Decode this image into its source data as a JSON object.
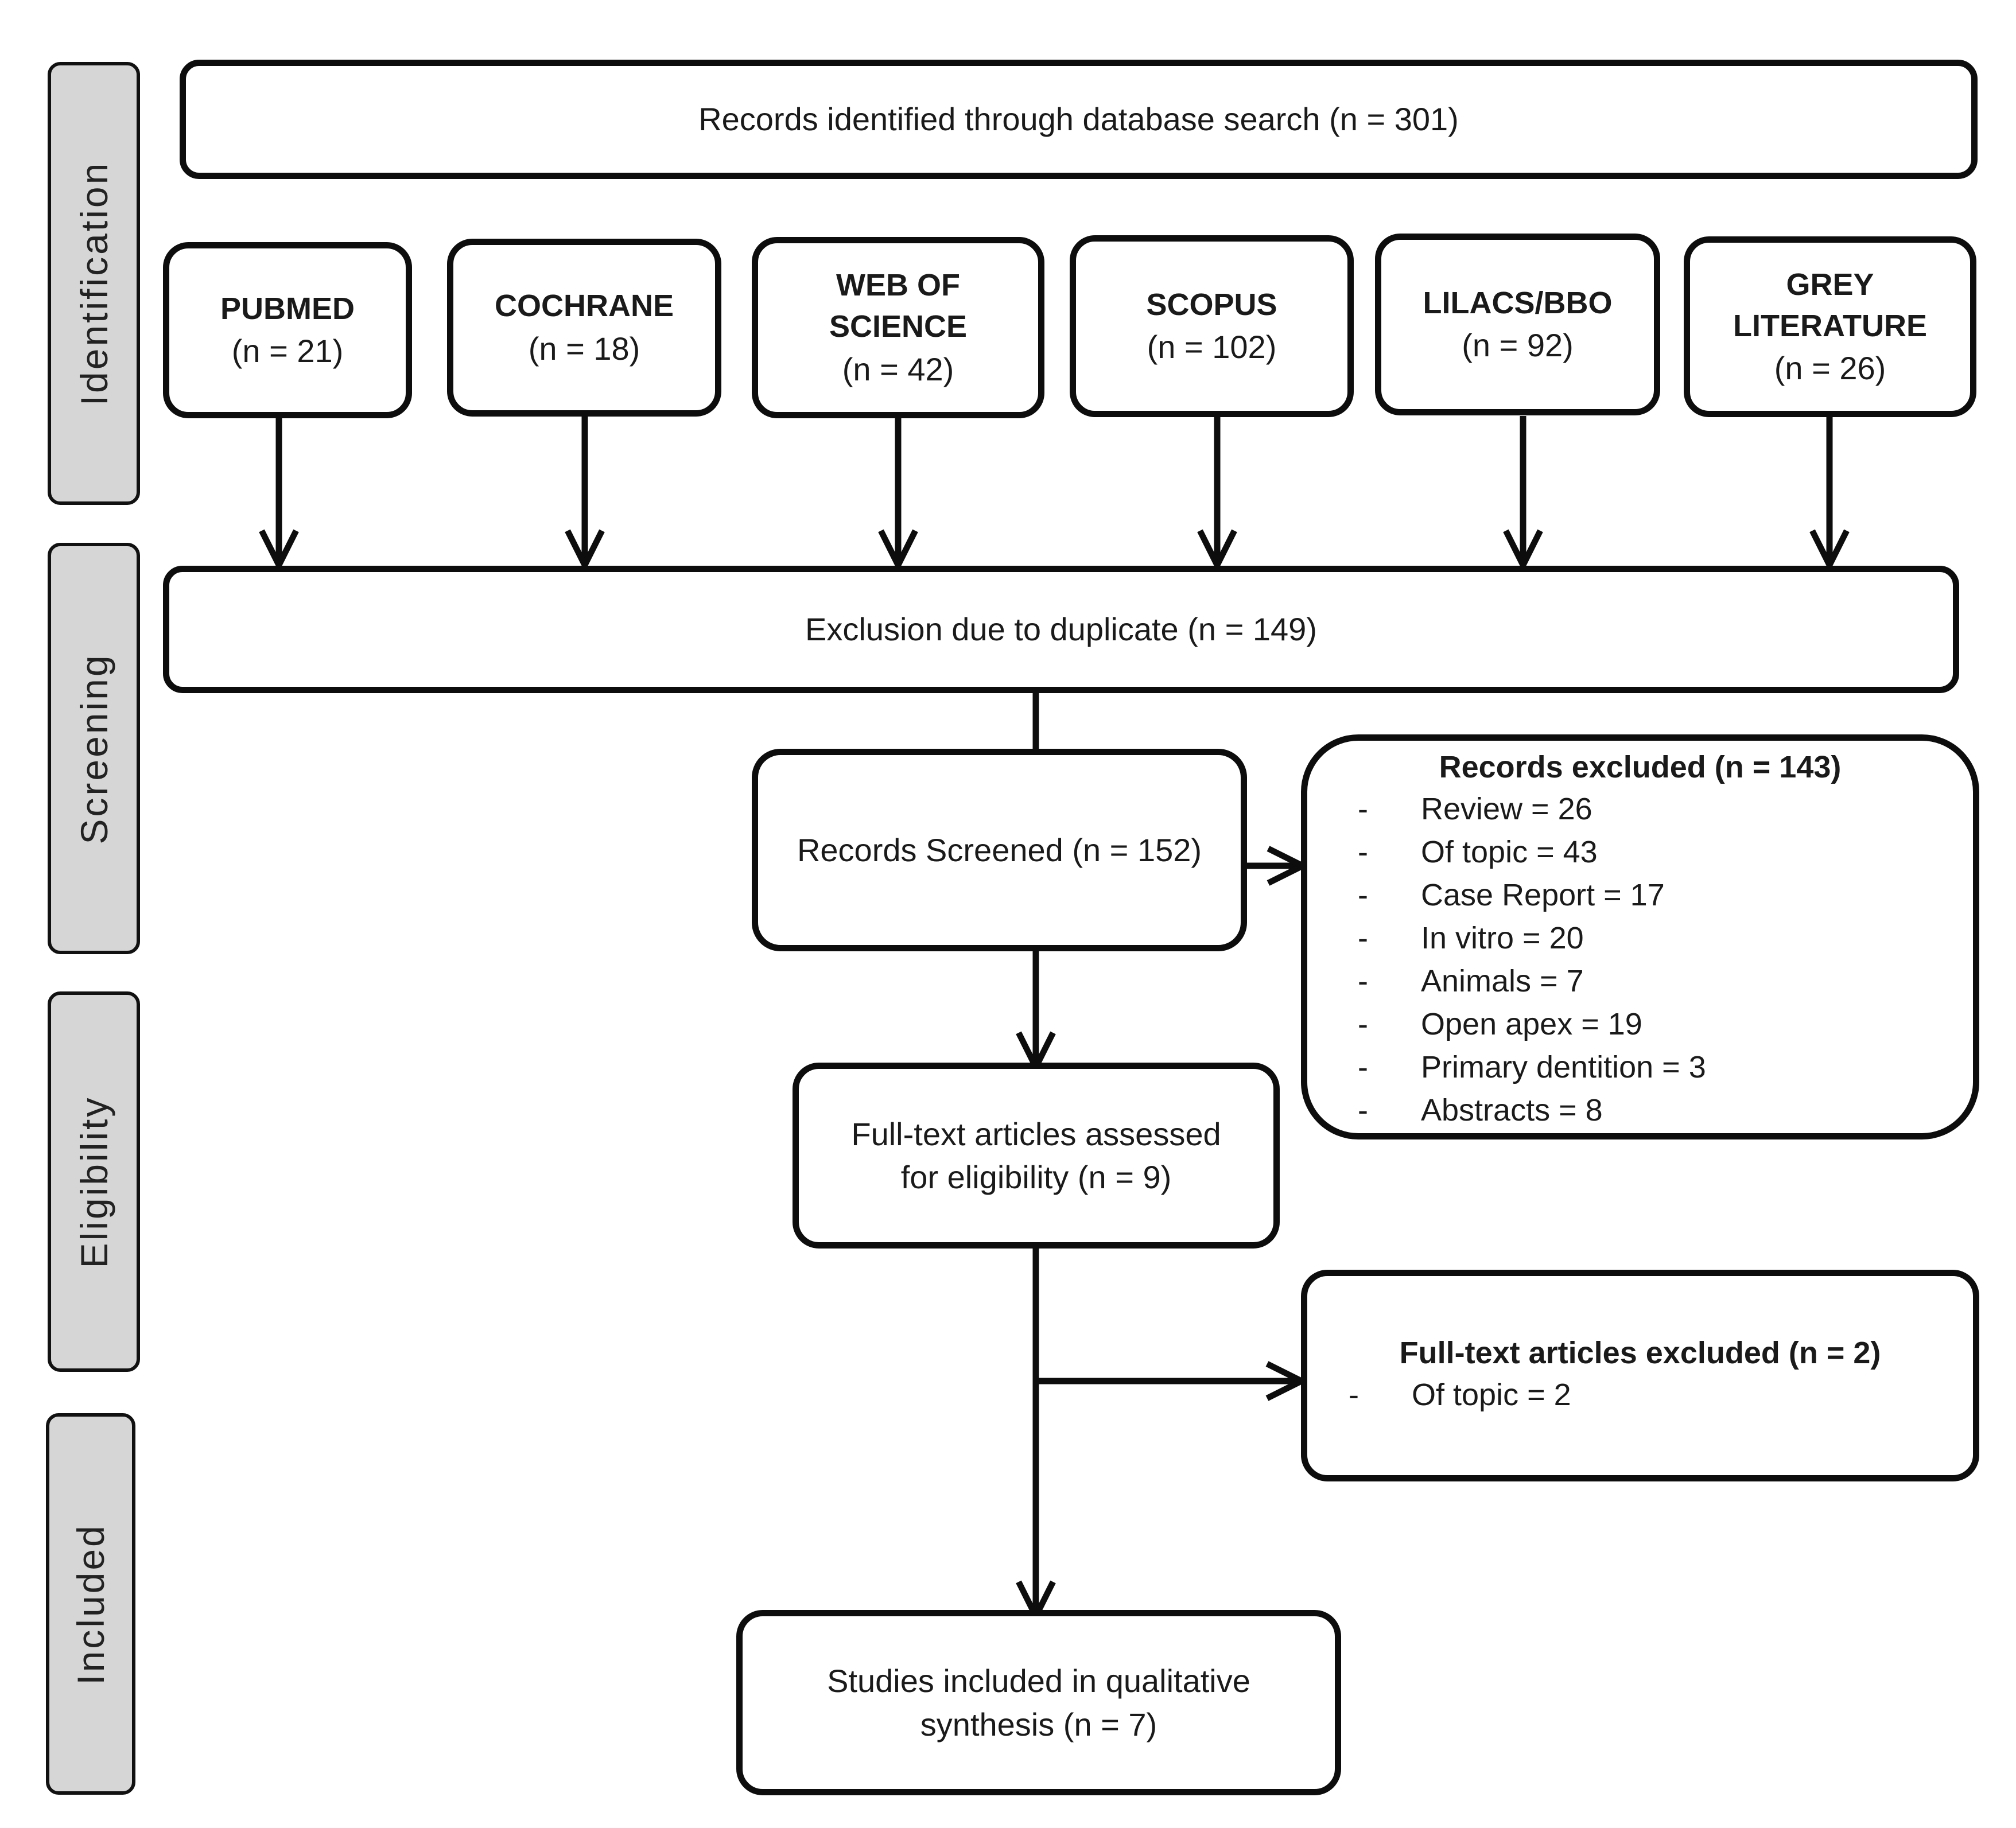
{
  "phases": {
    "identification": "Identification",
    "screening": "Screening",
    "eligibility": "Eligibility",
    "included": "Included"
  },
  "records_identified": "Records identified through database search (n = 301)",
  "databases": [
    {
      "name_lines": [
        "PUBMED"
      ],
      "count": "(n = 21)"
    },
    {
      "name_lines": [
        "COCHRANE"
      ],
      "count": "(n = 18)"
    },
    {
      "name_lines": [
        "WEB OF",
        "SCIENCE"
      ],
      "count": "(n = 42)"
    },
    {
      "name_lines": [
        "SCOPUS"
      ],
      "count": "(n = 102)"
    },
    {
      "name_lines": [
        "LILACS/BBO"
      ],
      "count": "(n = 92)"
    },
    {
      "name_lines": [
        "GREY",
        "LITERATURE"
      ],
      "count": "(n = 26)"
    }
  ],
  "duplicates": "Exclusion due to duplicate (n = 149)",
  "screened": "Records Screened (n = 152)",
  "records_excluded": {
    "title": "Records excluded (n = 143)",
    "items": [
      "Review = 26",
      "Of topic = 43",
      "Case Report = 17",
      "In vitro = 20",
      "Animals = 7",
      "Open apex = 19",
      "Primary dentition = 3",
      "Abstracts = 8"
    ]
  },
  "fulltext_assessed": [
    "Full-text articles assessed",
    "for eligibility (n = 9)"
  ],
  "fulltext_excluded": {
    "title": "Full-text articles excluded (n = 2)",
    "items": [
      "Of topic = 2"
    ]
  },
  "included_studies": [
    "Studies included in qualitative",
    "synthesis (n = 7)"
  ],
  "colors": {
    "line": "#0d0d0d",
    "phase_fill": "#d6d6d6"
  }
}
